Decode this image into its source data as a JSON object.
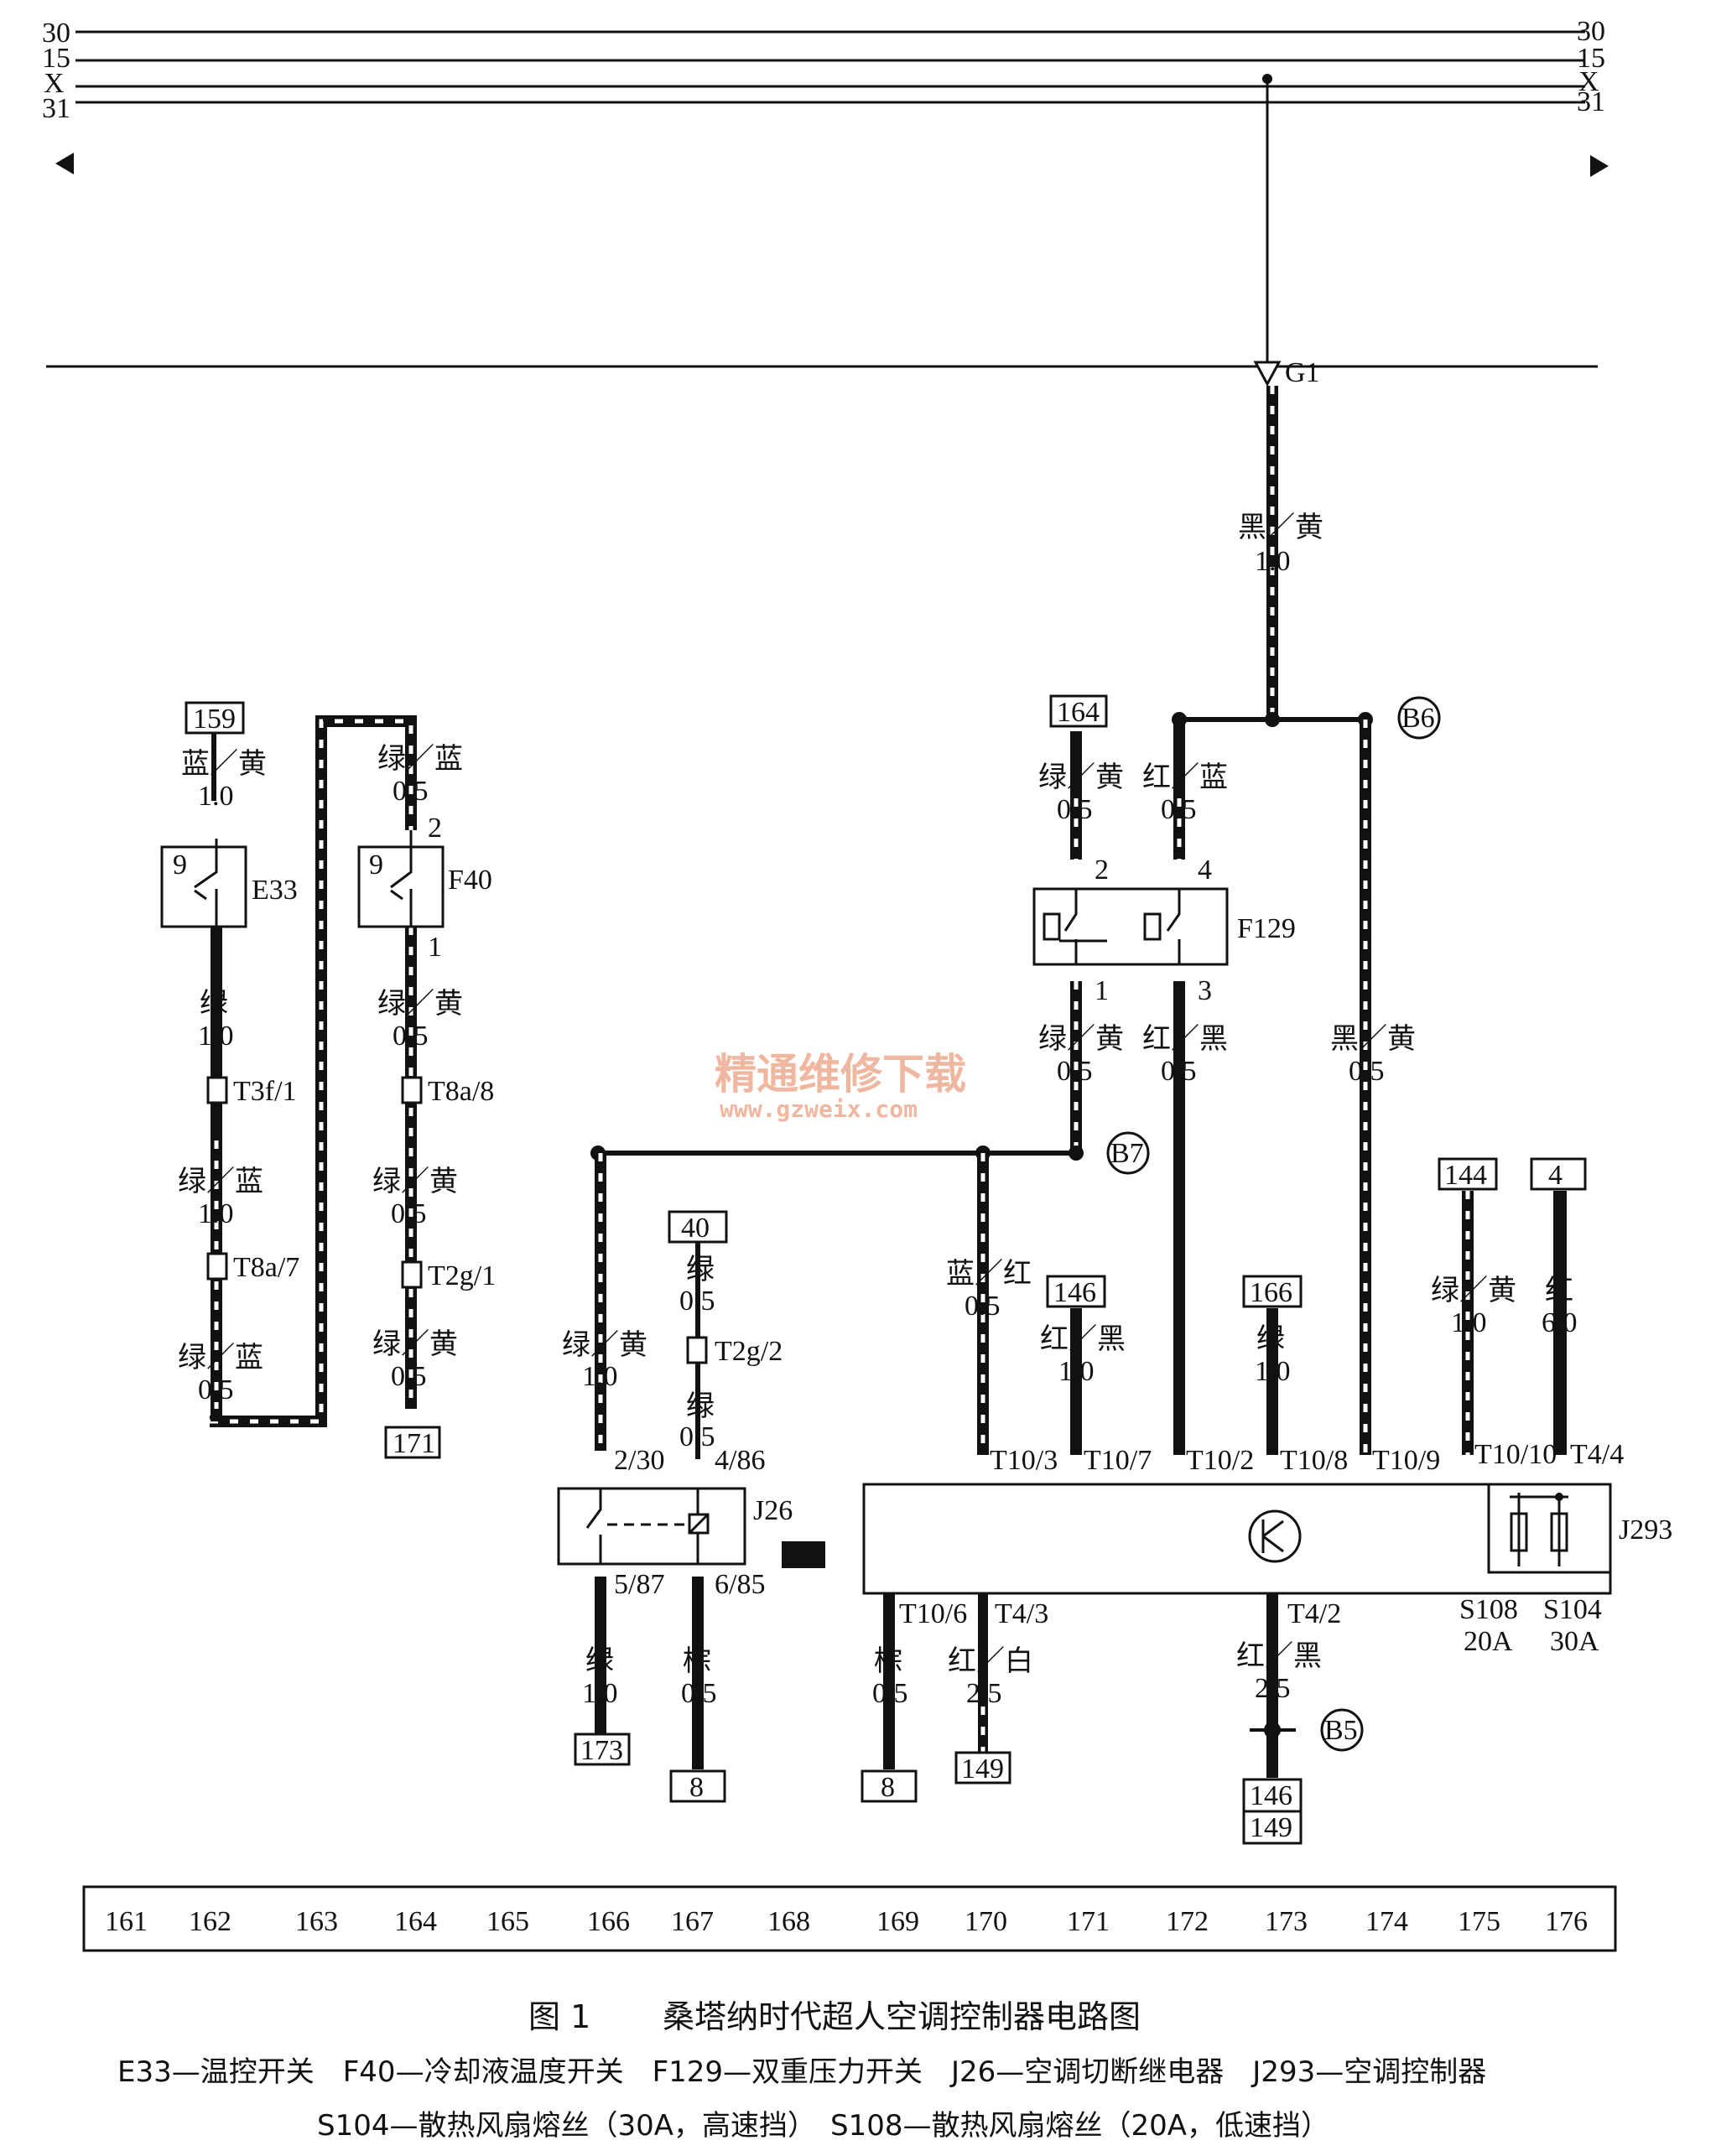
{
  "rails": {
    "left": [
      "30",
      "15",
      "X",
      "31"
    ],
    "right": [
      "30",
      "15",
      "X",
      "31"
    ]
  },
  "ground": {
    "label": "G1"
  },
  "splices": {
    "b5": "B5",
    "b6": "B6",
    "b7": "B7"
  },
  "components": {
    "e33": {
      "name": "E33",
      "pin": "9"
    },
    "f40": {
      "name": "F40",
      "pin": "9",
      "pin_top": "2",
      "pin_bottom": "1"
    },
    "f129": {
      "name": "F129",
      "pins": [
        "2",
        "4",
        "1",
        "3"
      ]
    },
    "j26": {
      "name": "J26",
      "pins": [
        "2/30",
        "4/86",
        "5/87",
        "6/85"
      ]
    },
    "j293": {
      "name": "J293"
    },
    "s108": {
      "name": "S108",
      "rating": "20A"
    },
    "s104": {
      "name": "S104",
      "rating": "30A"
    }
  },
  "connectors": {
    "t3f1": "T3f/1",
    "t8a8": "T8a/8",
    "t8a7": "T8a/7",
    "t2g1": "T2g/1",
    "t2g2": "T2g/2",
    "t10_3": "T10/3",
    "t10_7": "T10/7",
    "t10_2": "T10/2",
    "t10_8": "T10/8",
    "t10_9": "T10/9",
    "t10_10": "T10/10",
    "t4_4": "T4/4",
    "t10_6": "T10/6",
    "t4_3": "T4/3",
    "t4_2": "T4/2"
  },
  "refs": {
    "r159": "159",
    "r171": "171",
    "r164": "164",
    "r40": "40",
    "r146a": "146",
    "r166": "166",
    "r144": "144",
    "r4": "4",
    "r173": "173",
    "r8a": "8",
    "r8b": "8",
    "r149": "149",
    "r146b": "146",
    "r149b": "149"
  },
  "wires": {
    "g1_main": {
      "color": "黑／黄",
      "size": "1.0"
    },
    "e33_in": {
      "color": "蓝／黄",
      "size": "1.0"
    },
    "e33_out": {
      "color": "绿",
      "size": "1.0"
    },
    "e33_mid": {
      "color": "绿／蓝",
      "size": "1.0"
    },
    "e33_low": {
      "color": "绿／蓝",
      "size": "0.5"
    },
    "f40_in": {
      "color": "绿／蓝",
      "size": "0.5"
    },
    "f40_out": {
      "color": "绿／黄",
      "size": "0.5"
    },
    "f40_mid": {
      "color": "绿／黄",
      "size": "0.5"
    },
    "f40_low": {
      "color": "绿／黄",
      "size": "0.5"
    },
    "f129_in2": {
      "color": "绿／黄",
      "size": "0.5"
    },
    "f129_in4": {
      "color": "红／蓝",
      "size": "0.5"
    },
    "f129_out1": {
      "color": "绿／黄",
      "size": "0.5"
    },
    "f129_out3": {
      "color": "红／黑",
      "size": "0.5"
    },
    "b6_down": {
      "color": "黑／黄",
      "size": "0.5"
    },
    "j26_in": {
      "color": "绿／黄",
      "size": "1.0"
    },
    "w40": {
      "color": "绿",
      "size": "0.5"
    },
    "w40b": {
      "color": "绿",
      "size": "0.5"
    },
    "t10_3w": {
      "color": "蓝／红",
      "size": "0.5"
    },
    "t10_7w": {
      "color": "红／黑",
      "size": "1.0"
    },
    "t10_8w": {
      "color": "绿",
      "size": "1.0"
    },
    "t10_10w": {
      "color": "绿／黄",
      "size": "1.0"
    },
    "t4_4w": {
      "color": "红",
      "size": "6.0"
    },
    "j26_out5": {
      "color": "绿",
      "size": "1.0"
    },
    "j26_out6": {
      "color": "棕",
      "size": "0.5"
    },
    "t10_6w": {
      "color": "棕",
      "size": "0.5"
    },
    "t4_3w": {
      "color": "红／白",
      "size": "2.5"
    },
    "t4_2w": {
      "color": "红／黑",
      "size": "2.5"
    }
  },
  "grid_numbers": [
    "161",
    "162",
    "163",
    "164",
    "165",
    "166",
    "167",
    "168",
    "169",
    "170",
    "171",
    "172",
    "173",
    "174",
    "175",
    "176"
  ],
  "watermark": {
    "cn": "精通维修下载",
    "url": "www.gzweix.com"
  },
  "caption": {
    "figure_no": "图 1",
    "title": "桑塔纳时代超人空调控制器电路图",
    "legend_line1": "E33—温控开关　F40—冷却液温度开关　F129—双重压力开关　J26—空调切断继电器　J293—空调控制器",
    "legend_line2": "S104—散热风扇熔丝（30A，高速挡）　S108—散热风扇熔丝（20A，低速挡）"
  },
  "colors": {
    "ink": "#111111",
    "paper": "#ffffff",
    "watermark": "#f0b7a0"
  }
}
